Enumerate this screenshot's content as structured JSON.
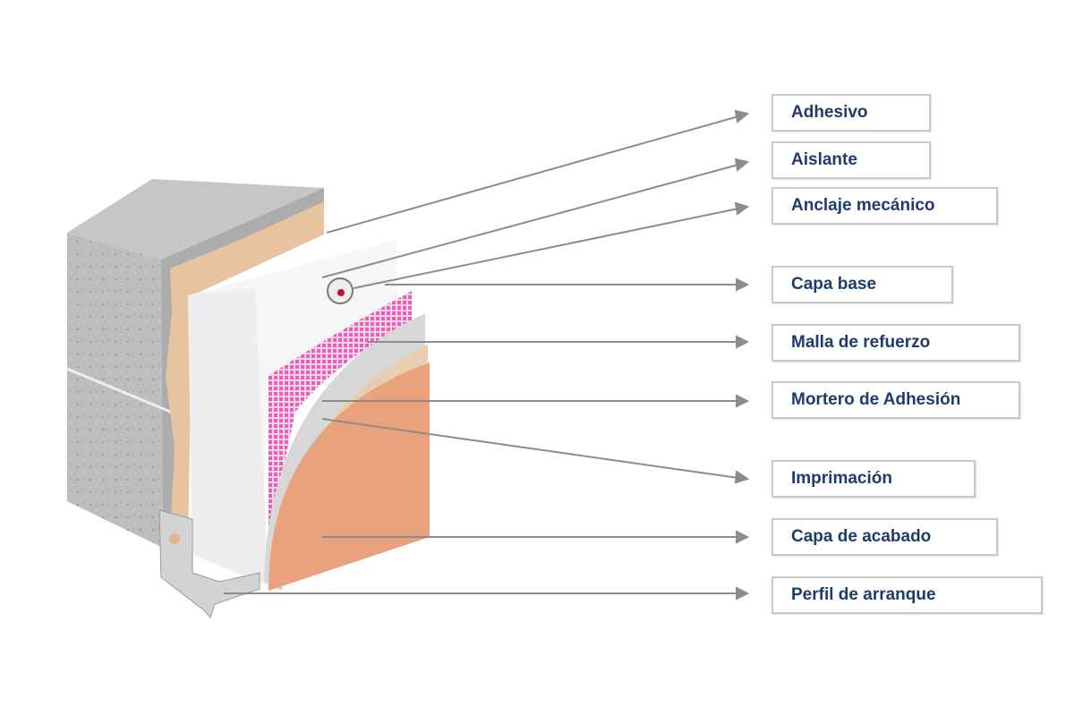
{
  "diagram": {
    "labels": [
      {
        "id": "adhesivo",
        "text": "Adhesivo"
      },
      {
        "id": "aislante",
        "text": "Aislante"
      },
      {
        "id": "anclaje",
        "text": "Anclaje mecánico"
      },
      {
        "id": "capa-base",
        "text": "Capa base"
      },
      {
        "id": "malla",
        "text": "Malla de refuerzo"
      },
      {
        "id": "mortero",
        "text": "Mortero de Adhesión"
      },
      {
        "id": "imprimacion",
        "text": "Imprimación"
      },
      {
        "id": "acabado",
        "text": "Capa de acabado"
      },
      {
        "id": "perfil",
        "text": "Perfil de arranque"
      }
    ],
    "colors": {
      "text": "#1f3b6e",
      "leader": "#8c8c8c",
      "concrete": "#b9b9b9",
      "adhesive": "#e8c3a0",
      "insulation": "#f4f4f4",
      "mesh": "#e85fb8",
      "finish": "#e9a27c"
    }
  }
}
